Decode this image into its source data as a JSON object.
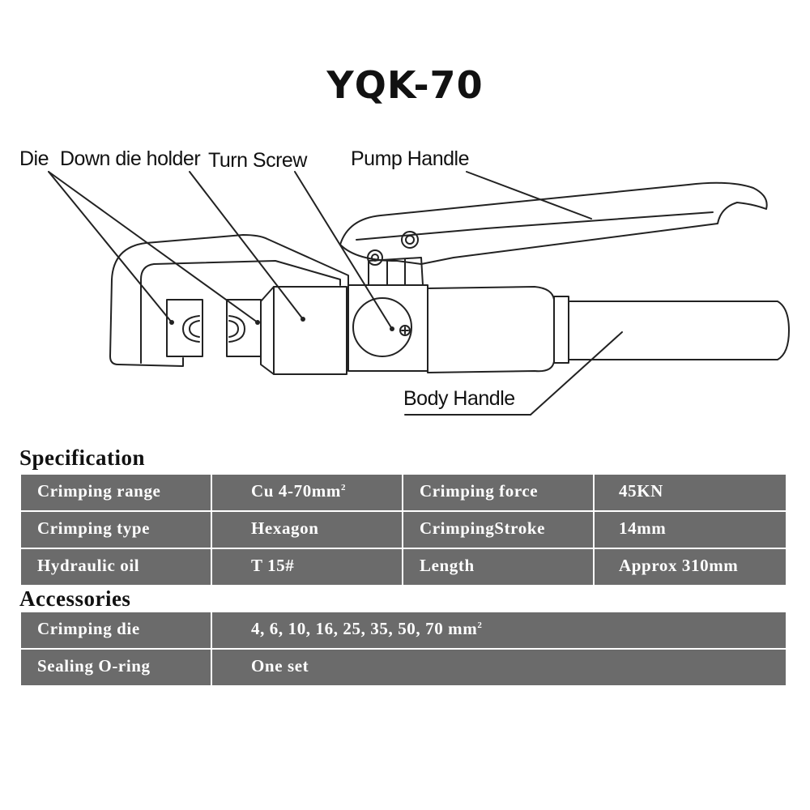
{
  "title": "YQK-70",
  "labels": {
    "die": "Die",
    "down_die_holder": "Down die holder",
    "turn_screw": "Turn Screw",
    "pump_handle": "Pump Handle",
    "body_handle": "Body Handle"
  },
  "specification": {
    "heading": "Specification",
    "rows": [
      {
        "k1": "Crimping range",
        "v1": "Cu 4-70mm",
        "v1_sup": "2",
        "k2": "Crimping force",
        "v2": "45KN"
      },
      {
        "k1": "Crimping type",
        "v1": "Hexagon",
        "v1_sup": "",
        "k2": "CrimpingStroke",
        "v2": "14mm"
      },
      {
        "k1": "Hydraulic oil",
        "v1": "T 15#",
        "v1_sup": "",
        "k2": "Length",
        "v2": "Approx 310mm"
      }
    ]
  },
  "accessories": {
    "heading": "Accessories",
    "rows": [
      {
        "k": "Crimping die",
        "v": "4, 6, 10, 16, 25, 35, 50, 70 mm",
        "v_sup": "2"
      },
      {
        "k": "Sealing O-ring",
        "v": "One set",
        "v_sup": ""
      }
    ]
  }
}
